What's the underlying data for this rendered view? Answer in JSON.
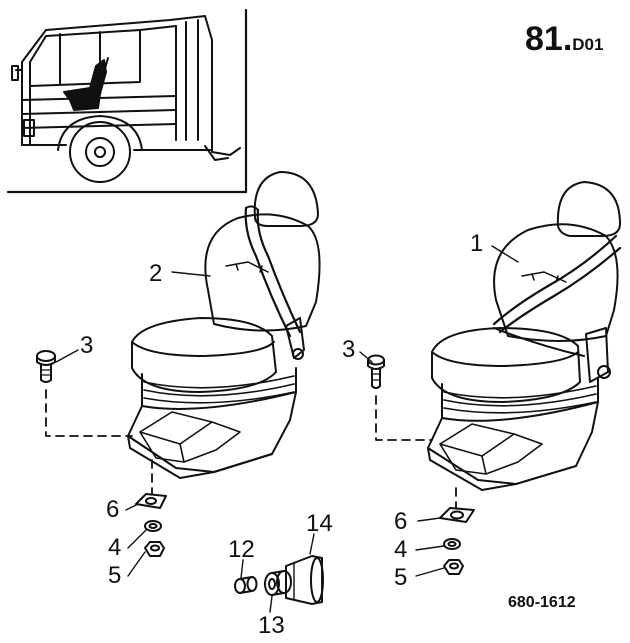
{
  "page_ref": {
    "number": "81.",
    "suffix": "D01"
  },
  "drawing_number": "680-1612",
  "callouts": {
    "c1": "1",
    "c2": "2",
    "c3a": "3",
    "c3b": "3",
    "c4a": "4",
    "c4b": "4",
    "c5a": "5",
    "c5b": "5",
    "c6a": "6",
    "c6b": "6",
    "c12": "12",
    "c13": "13",
    "c14": "14"
  }
}
